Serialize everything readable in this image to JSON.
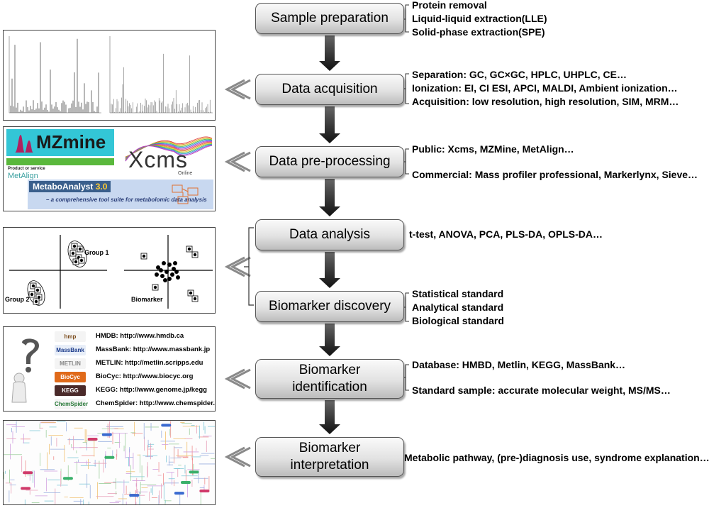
{
  "steps": [
    {
      "id": "sample-preparation",
      "lines": [
        "Sample preparation"
      ]
    },
    {
      "id": "data-acquisition",
      "lines": [
        "Data acquisition"
      ]
    },
    {
      "id": "data-pre-processing",
      "lines": [
        "Data pre-processing"
      ]
    },
    {
      "id": "data-analysis",
      "lines": [
        "Data analysis"
      ]
    },
    {
      "id": "biomarker-discovery",
      "lines": [
        "Biomarker discovery"
      ]
    },
    {
      "id": "biomarker-identification",
      "lines": [
        "Biomarker",
        "identification"
      ]
    },
    {
      "id": "biomarker-interpretation",
      "lines": [
        "Biomarker",
        "interpretation"
      ]
    }
  ],
  "descriptions": {
    "sample_preparation": [
      "Protein removal",
      "Liquid-liquid extraction(LLE)",
      "Solid-phase extraction(SPE)"
    ],
    "data_acquisition": [
      "Separation: GC, GC×GC, HPLC, UHPLC, CE…",
      "Ionization: EI, CI ESI, APCI, MALDI, Ambient ionization…",
      "Acquisition: low resolution, high resolution, SIM, MRM…"
    ],
    "data_preprocessing": [
      "Public: Xcms, MZMine, MetAlign…",
      "Commercial: Mass profiler professional, Markerlynx, Sieve…"
    ],
    "data_analysis": [
      "t-test, ANOVA, PCA, PLS-DA, OPLS-DA…"
    ],
    "biomarker_discovery": [
      "Statistical standard",
      "Analytical standard",
      "Biological standard"
    ],
    "biomarker_identification": [
      "Database: HMBD, Metlin, KEGG, MassBank…",
      "Standard sample: accurate molecular weight, MS/MS…"
    ],
    "biomarker_interpretation": [
      "Metabolic pathway, (pre-)diagnosis use, syndrome explanation…"
    ]
  },
  "software_panel": {
    "mzmine": "MZmine",
    "xcms": "Xcms",
    "xcms_sub": "Online",
    "metalign_small": "Product or service",
    "metalign": "MetAlign",
    "metaboanalyst": "MetaboAnalyst",
    "metaboanalyst_version": "3.0",
    "metaboanalyst_tagline": "– a comprehensive tool suite for metabolomic data analysis"
  },
  "analysis_panel": {
    "group1": "Group 1",
    "group2": "Group 2",
    "biomarker": "Biomarker"
  },
  "databases": [
    {
      "logo": "hmp",
      "text": "HMDB: http://www.hmdb.ca"
    },
    {
      "logo": "MassBank",
      "text": "MassBank: http://www.massbank.jp"
    },
    {
      "logo": "METLIN",
      "text": "METLIN: http://metlin.scripps.edu"
    },
    {
      "logo": "BioCyc",
      "text": "BioCyc: http://www.biocyc.org"
    },
    {
      "logo": "KEGG",
      "text": "KEGG: http://www.genome.jp/kegg"
    },
    {
      "logo": "ChemSpider",
      "text": "ChemSpider: http://www.chemspider.com"
    }
  ],
  "colors": {
    "mzmine_bg": "#33c6d6",
    "metaboanalyst_bg": "#c8d8f0",
    "arrow": "#222222",
    "chevron": "#888888"
  }
}
